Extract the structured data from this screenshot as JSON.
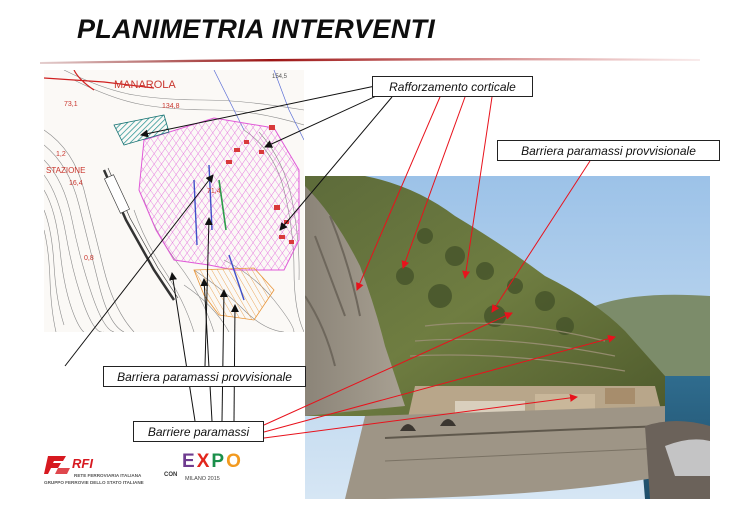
{
  "slide": {
    "title": "PLANIMETRIA INTERVENTI"
  },
  "map_labels": {
    "town": "MANAROLA",
    "station": "STAZIONE",
    "spot_1": "73,1",
    "spot_2": "134,8",
    "spot_3": "1,2",
    "spot_4": "16,4",
    "spot_5": "0,8",
    "spot_6": "71,4",
    "spot_7": "154,5"
  },
  "callouts": {
    "rafforzamento": "Rafforzamento corticale",
    "barriera_prov_right": "Barriera paramassi provvisionale",
    "barriera_prov_left": "Barriera paramassi provvisionale",
    "barriere": "Barriere paramassi"
  },
  "logos": {
    "rfi_name": "RFI",
    "rfi_sub1": "RETE FERROVIARIA ITALIANA",
    "rfi_sub2": "GRUPPO FERROVIE DELLO STATO ITALIANE",
    "con": "CON",
    "expo_letters": [
      "E",
      "X",
      "P",
      "O"
    ],
    "expo_sub": "MILANO 2015"
  },
  "colors": {
    "arrow_red": "#e8121c",
    "arrow_black": "#111111",
    "expo_e": "#6e3b8f",
    "expo_x": "#e2261c",
    "expo_p": "#1a8f4a",
    "expo_o": "#f29a1f",
    "rfi_red": "#d71920"
  }
}
